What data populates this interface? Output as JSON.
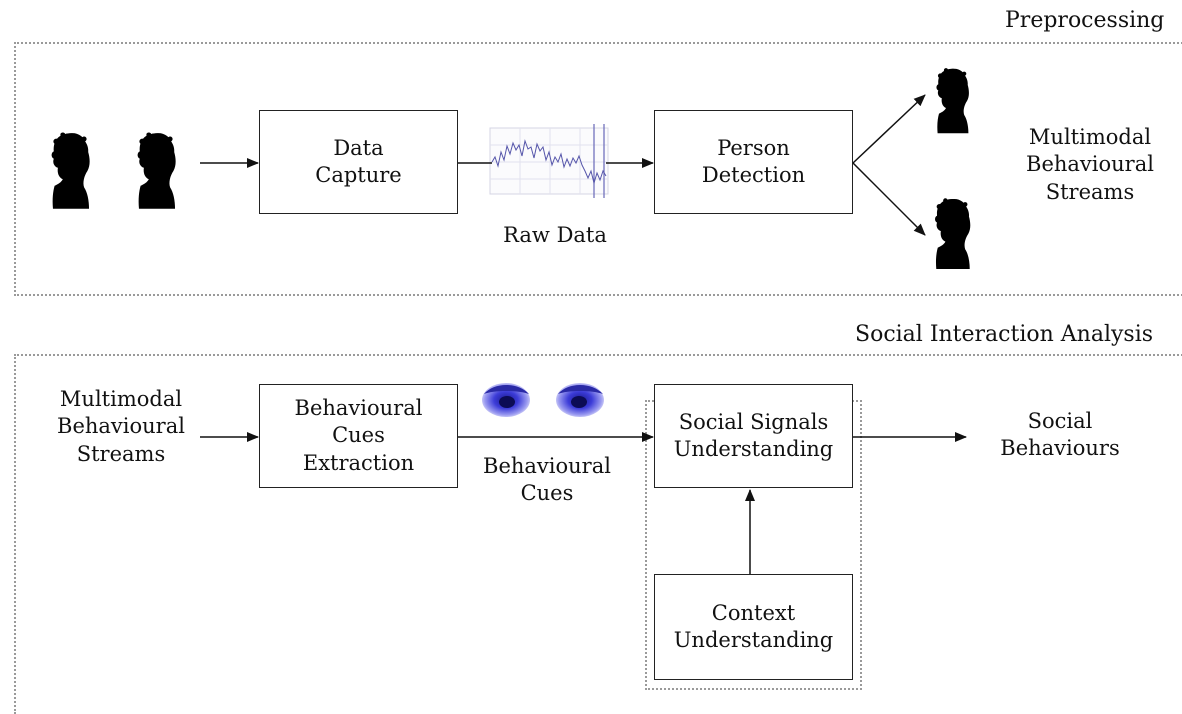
{
  "preprocessing": {
    "label": "Preprocessing",
    "data_capture": {
      "line1": "Data",
      "line2": "Capture"
    },
    "raw_data_label": "Raw Data",
    "person_detection": {
      "line1": "Person",
      "line2": "Detection"
    },
    "output": {
      "line1": "Multimodal",
      "line2": "Behavioural",
      "line3": "Streams"
    }
  },
  "analysis": {
    "label": "Social Interaction Analysis",
    "input": {
      "line1": "Multimodal",
      "line2": "Behavioural",
      "line3": "Streams"
    },
    "cues_extraction": {
      "line1": "Behavioural",
      "line2": "Cues",
      "line3": "Extraction"
    },
    "cues_label": {
      "line1": "Behavioural",
      "line2": "Cues"
    },
    "signals_understanding": {
      "line1": "Social Signals",
      "line2": "Understanding"
    },
    "context_understanding": {
      "line1": "Context",
      "line2": "Understanding"
    },
    "output": {
      "line1": "Social",
      "line2": "Behaviours"
    }
  }
}
